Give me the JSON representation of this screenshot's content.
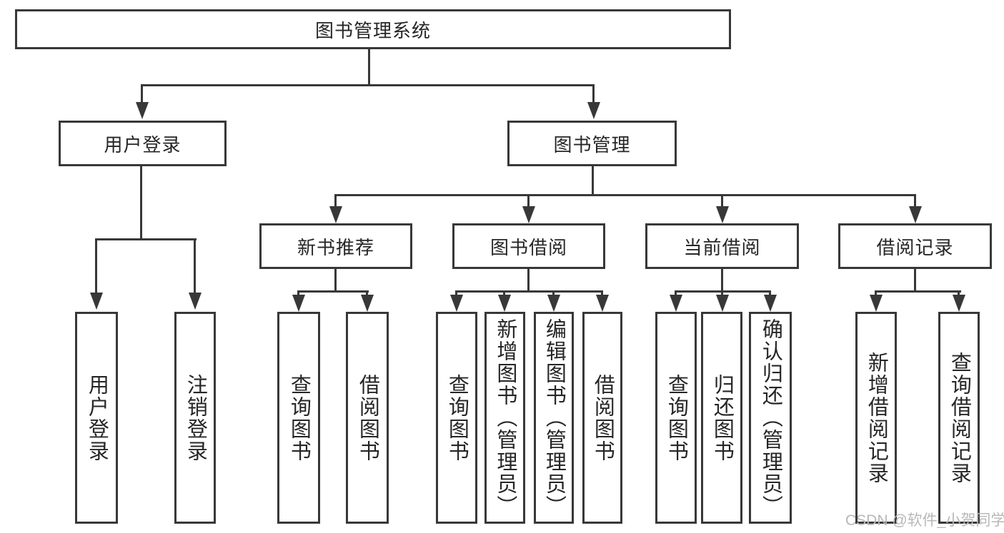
{
  "diagram_title": "图书管理系统",
  "colors": {
    "line": "#383838",
    "text": "#262626",
    "background": "#ffffff",
    "watermark_text_color": "#b8b8b8"
  },
  "tree": {
    "root": {
      "label": "图书管理系统"
    },
    "user_login": {
      "label": "用户登录",
      "children": [
        {
          "label": "用户登录"
        },
        {
          "label": "注销登录"
        }
      ]
    },
    "book_mgmt": {
      "label": "图书管理",
      "children": {
        "new_book_rec": {
          "label": "新书推荐",
          "children": [
            {
              "label": "查询图书"
            },
            {
              "label": "借阅图书"
            }
          ]
        },
        "book_borrow": {
          "label": "图书借阅",
          "children": [
            {
              "label": "查询图书"
            },
            {
              "label": "新增图书（管理员）"
            },
            {
              "label": "编辑图书（管理员）"
            },
            {
              "label": "借阅图书"
            }
          ]
        },
        "current_borrow": {
          "label": "当前借阅",
          "children": [
            {
              "label": "查询图书"
            },
            {
              "label": "归还图书"
            },
            {
              "label": "确认归还（管理员）"
            }
          ]
        },
        "borrow_record": {
          "label": "借阅记录",
          "children": [
            {
              "label": "新增借阅记录"
            },
            {
              "label": "查询借阅记录"
            }
          ]
        }
      }
    }
  },
  "watermark": {
    "label": "CSDN @软件_小贺同学"
  }
}
